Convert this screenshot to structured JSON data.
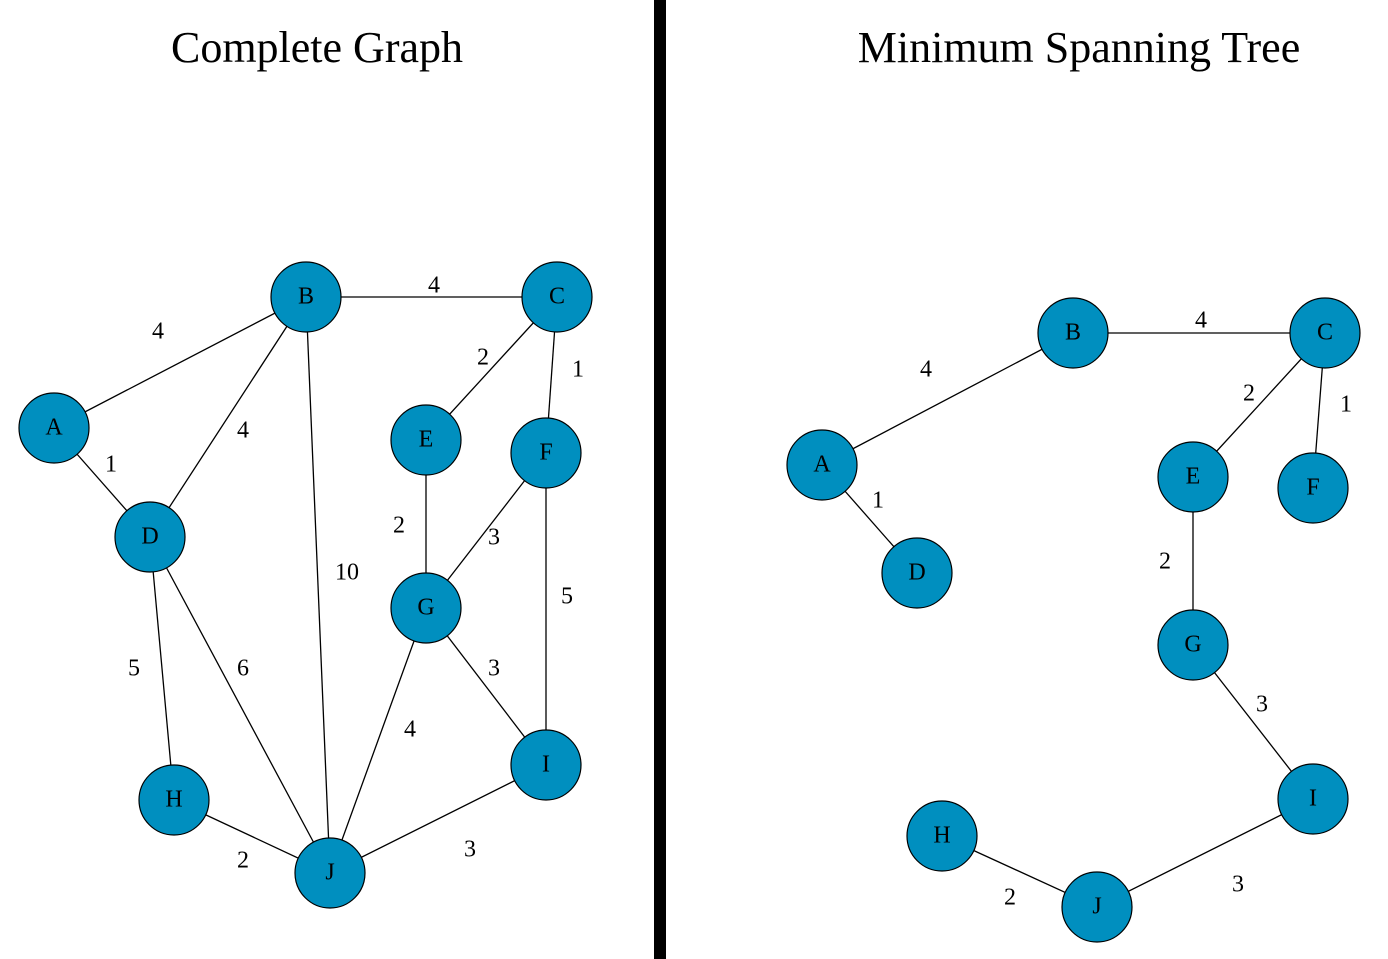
{
  "node_fill": "#008fbf",
  "divider_color": "#000000",
  "panels": [
    {
      "id": "complete",
      "title": "Complete Graph",
      "nodes": [
        "A",
        "B",
        "C",
        "D",
        "E",
        "F",
        "G",
        "H",
        "I",
        "J"
      ],
      "edges": [
        {
          "from": "A",
          "to": "B",
          "weight": "4"
        },
        {
          "from": "A",
          "to": "D",
          "weight": "1"
        },
        {
          "from": "B",
          "to": "C",
          "weight": "4"
        },
        {
          "from": "B",
          "to": "D",
          "weight": "4"
        },
        {
          "from": "B",
          "to": "J",
          "weight": "10"
        },
        {
          "from": "C",
          "to": "E",
          "weight": "2"
        },
        {
          "from": "C",
          "to": "F",
          "weight": "1"
        },
        {
          "from": "E",
          "to": "G",
          "weight": "2"
        },
        {
          "from": "F",
          "to": "G",
          "weight": "3"
        },
        {
          "from": "F",
          "to": "I",
          "weight": "5"
        },
        {
          "from": "D",
          "to": "H",
          "weight": "5"
        },
        {
          "from": "D",
          "to": "J",
          "weight": "6"
        },
        {
          "from": "G",
          "to": "J",
          "weight": "4"
        },
        {
          "from": "G",
          "to": "I",
          "weight": "3"
        },
        {
          "from": "H",
          "to": "J",
          "weight": "2"
        },
        {
          "from": "J",
          "to": "I",
          "weight": "3"
        }
      ]
    },
    {
      "id": "mst",
      "title": "Minimum Spanning Tree",
      "nodes": [
        "A",
        "B",
        "C",
        "D",
        "E",
        "F",
        "G",
        "H",
        "I",
        "J"
      ],
      "edges": [
        {
          "from": "A",
          "to": "B",
          "weight": "4"
        },
        {
          "from": "A",
          "to": "D",
          "weight": "1"
        },
        {
          "from": "B",
          "to": "C",
          "weight": "4"
        },
        {
          "from": "C",
          "to": "E",
          "weight": "2"
        },
        {
          "from": "C",
          "to": "F",
          "weight": "1"
        },
        {
          "from": "E",
          "to": "G",
          "weight": "2"
        },
        {
          "from": "G",
          "to": "I",
          "weight": "3"
        },
        {
          "from": "H",
          "to": "J",
          "weight": "2"
        },
        {
          "from": "J",
          "to": "I",
          "weight": "3"
        }
      ]
    }
  ]
}
